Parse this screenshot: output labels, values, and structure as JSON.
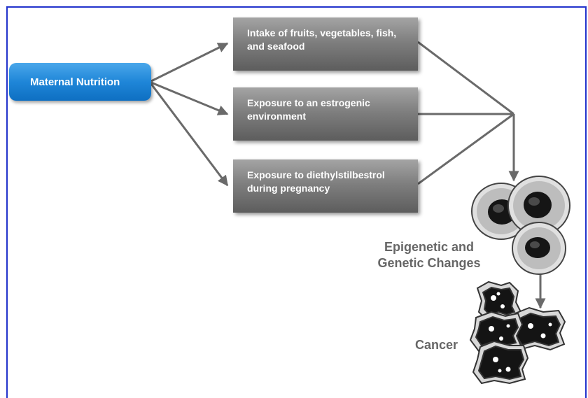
{
  "nodes": {
    "maternal_nutrition": "Maternal Nutrition",
    "intake": "Intake of fruits, vegetables, fish, and seafood",
    "estrogenic": "Exposure to an estrogenic environment",
    "des": "Exposure to diethylstilbestrol during pregnancy"
  },
  "labels": {
    "epigenetic": "Epigenetic and Genetic Changes",
    "cancer": "Cancer"
  },
  "colors": {
    "frame": "#2233cc",
    "node_blue": "#1f86d8",
    "node_dark": "#6e6e6e",
    "arrow": "#6a6a6a"
  }
}
